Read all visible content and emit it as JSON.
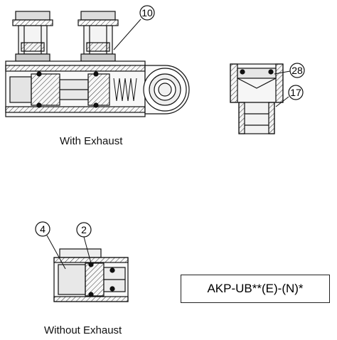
{
  "captions": {
    "with_exhaust": "With Exhaust",
    "without_exhaust": "Without Exhaust"
  },
  "model_code": "AKP-UB**(E)-(N)*",
  "callouts": {
    "c10": "10",
    "c28": "28",
    "c17": "17",
    "c4": "4",
    "c2": "2"
  }
}
